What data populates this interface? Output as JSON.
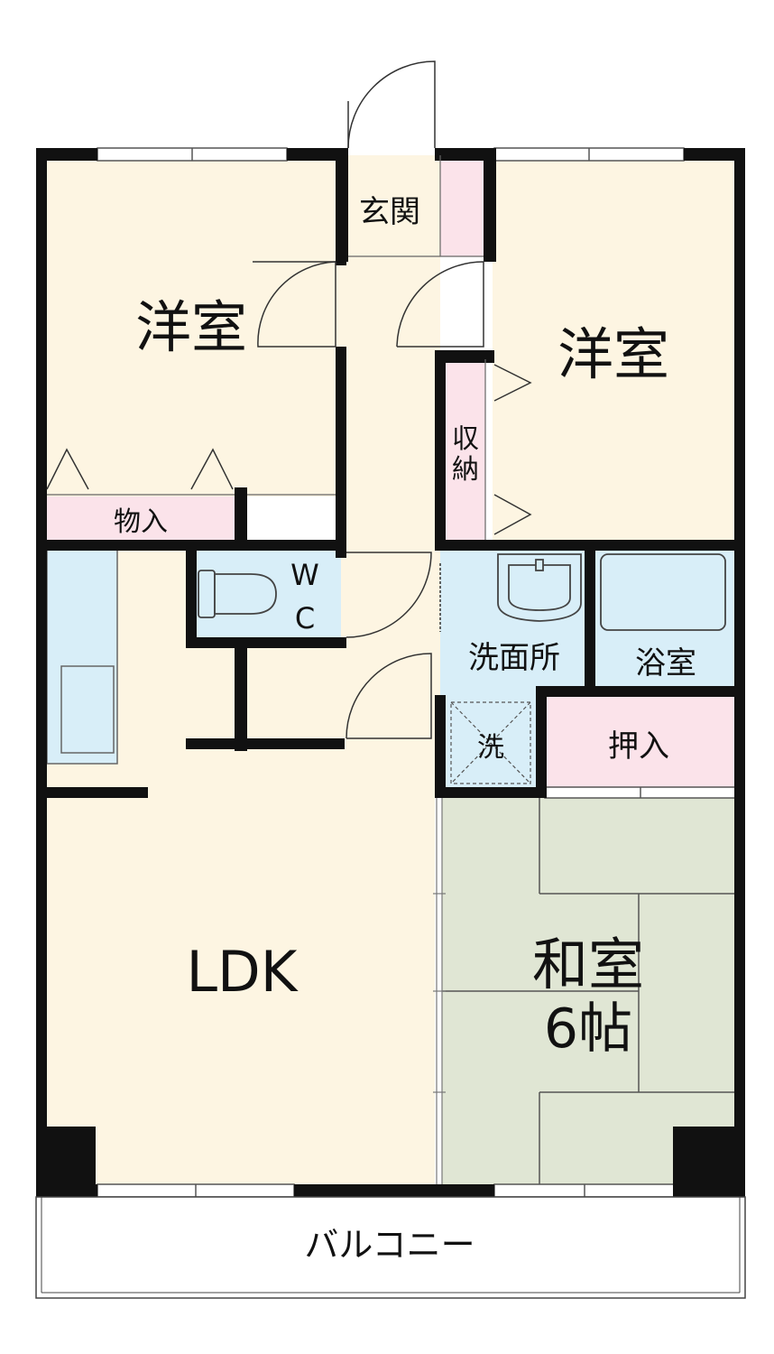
{
  "rooms": {
    "western_left": "洋室",
    "western_right": "洋室",
    "entrance": "玄関",
    "storage_left": "物入",
    "storage_closet_line1": "収",
    "storage_closet_line2": "納",
    "wc_w": "W",
    "wc_c": "C",
    "washroom": "洗面所",
    "bathroom": "浴室",
    "washer": "洗",
    "oshiire": "押入",
    "ldk": "LDK",
    "japanese_line1": "和室",
    "japanese_line2": "6帖",
    "balcony": "バルコニー"
  },
  "colors": {
    "floor": "#fdf5e2",
    "storage": "#fbe3ea",
    "wet_area": "#d8eef8",
    "tatami": "#e0e6d4",
    "wall": "#111111",
    "fixture": "#666666"
  }
}
